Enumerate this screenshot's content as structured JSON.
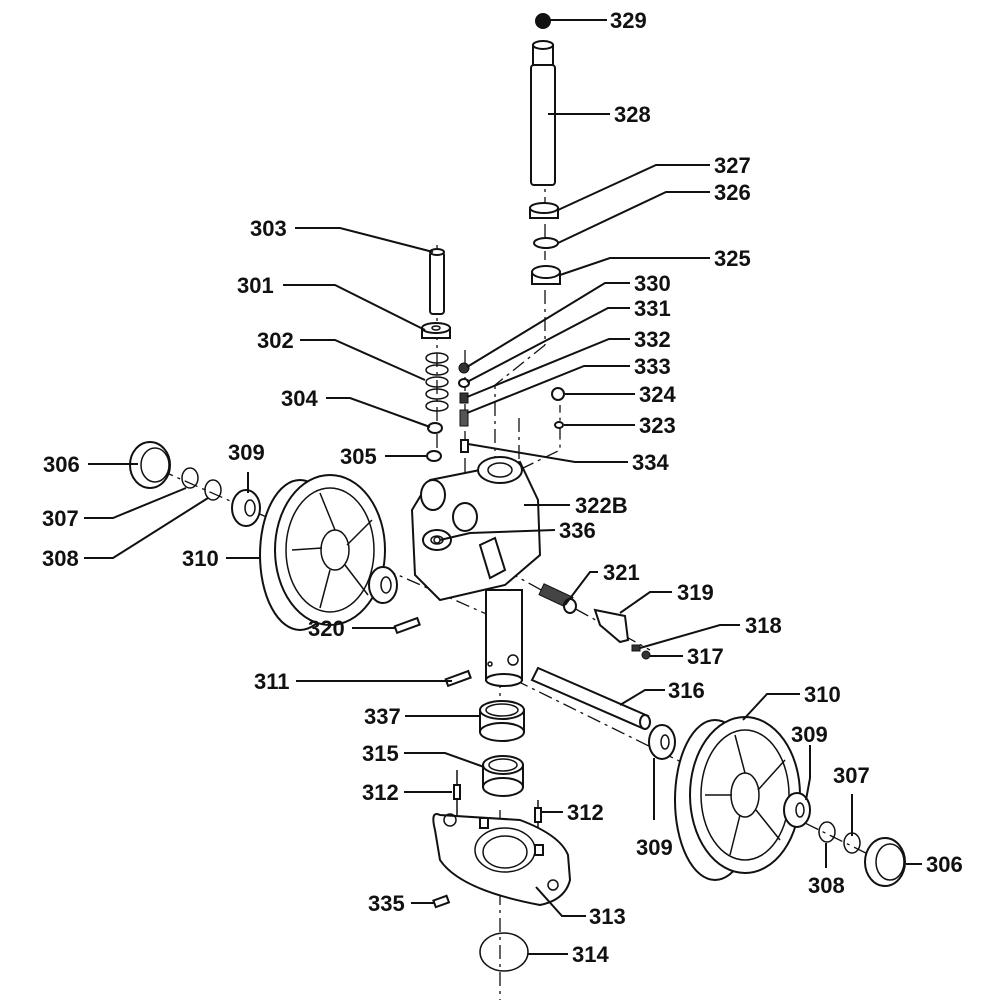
{
  "diagram": {
    "type": "exploded-parts-diagram",
    "subject": "pallet truck hydraulic pump and steering wheel assembly",
    "line_color": "#111111",
    "background": "#ffffff",
    "labels": [
      {
        "id": "329",
        "text": "329"
      },
      {
        "id": "328",
        "text": "328"
      },
      {
        "id": "327",
        "text": "327"
      },
      {
        "id": "326",
        "text": "326"
      },
      {
        "id": "325",
        "text": "325"
      },
      {
        "id": "330",
        "text": "330"
      },
      {
        "id": "331",
        "text": "331"
      },
      {
        "id": "332",
        "text": "332"
      },
      {
        "id": "333",
        "text": "333"
      },
      {
        "id": "324",
        "text": "324"
      },
      {
        "id": "323",
        "text": "323"
      },
      {
        "id": "334",
        "text": "334"
      },
      {
        "id": "303",
        "text": "303"
      },
      {
        "id": "301",
        "text": "301"
      },
      {
        "id": "302",
        "text": "302"
      },
      {
        "id": "304",
        "text": "304"
      },
      {
        "id": "305",
        "text": "305"
      },
      {
        "id": "306a",
        "text": "306"
      },
      {
        "id": "309a",
        "text": "309"
      },
      {
        "id": "307a",
        "text": "307"
      },
      {
        "id": "308a",
        "text": "308"
      },
      {
        "id": "310a",
        "text": "310"
      },
      {
        "id": "322B",
        "text": "322B"
      },
      {
        "id": "336",
        "text": "336"
      },
      {
        "id": "321",
        "text": "321"
      },
      {
        "id": "319",
        "text": "319"
      },
      {
        "id": "318",
        "text": "318"
      },
      {
        "id": "317",
        "text": "317"
      },
      {
        "id": "320",
        "text": "320"
      },
      {
        "id": "311",
        "text": "311"
      },
      {
        "id": "316",
        "text": "316"
      },
      {
        "id": "310b",
        "text": "310"
      },
      {
        "id": "337",
        "text": "337"
      },
      {
        "id": "309b",
        "text": "309"
      },
      {
        "id": "315",
        "text": "315"
      },
      {
        "id": "307b",
        "text": "307"
      },
      {
        "id": "312a",
        "text": "312"
      },
      {
        "id": "312b",
        "text": "312"
      },
      {
        "id": "309c",
        "text": "309"
      },
      {
        "id": "308b",
        "text": "308"
      },
      {
        "id": "306b",
        "text": "306"
      },
      {
        "id": "335",
        "text": "335"
      },
      {
        "id": "313",
        "text": "313"
      },
      {
        "id": "314",
        "text": "314"
      }
    ]
  }
}
